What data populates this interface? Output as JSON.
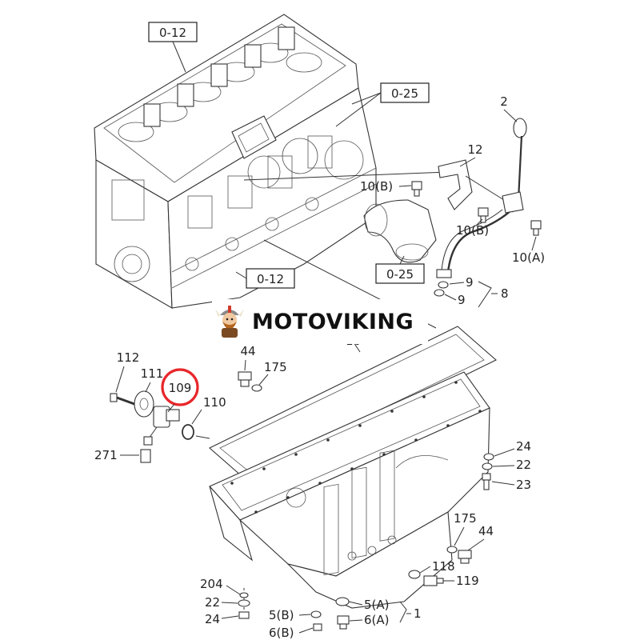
{
  "brand": {
    "name": "MOTOVIKING",
    "logo_icon": "viking-mascot-icon"
  },
  "highlight_color": "#e8262a",
  "ref_boxes": [
    "0-12",
    "0-25",
    "0-25",
    "0-12"
  ],
  "callouts": {
    "c2": "2",
    "c12": "12",
    "c10B_a": "10(B)",
    "c10B_b": "10(B)",
    "c10A": "10(A)",
    "c9a": "9",
    "c9b": "9",
    "c8": "8",
    "c16": "16",
    "c44a": "44",
    "c175a": "175",
    "c112": "112",
    "c111": "111",
    "c109": "109",
    "c110": "110",
    "c271": "271",
    "c24a": "24",
    "c22a": "22",
    "c23": "23",
    "c175b": "175",
    "c44b": "44",
    "c118": "118",
    "c119": "119",
    "c204": "204",
    "c22b": "22",
    "c24b": "24",
    "c5B": "5(B)",
    "c6B": "6(B)",
    "c5A": "5(A)",
    "c6A": "6(A)",
    "c1": "1"
  }
}
